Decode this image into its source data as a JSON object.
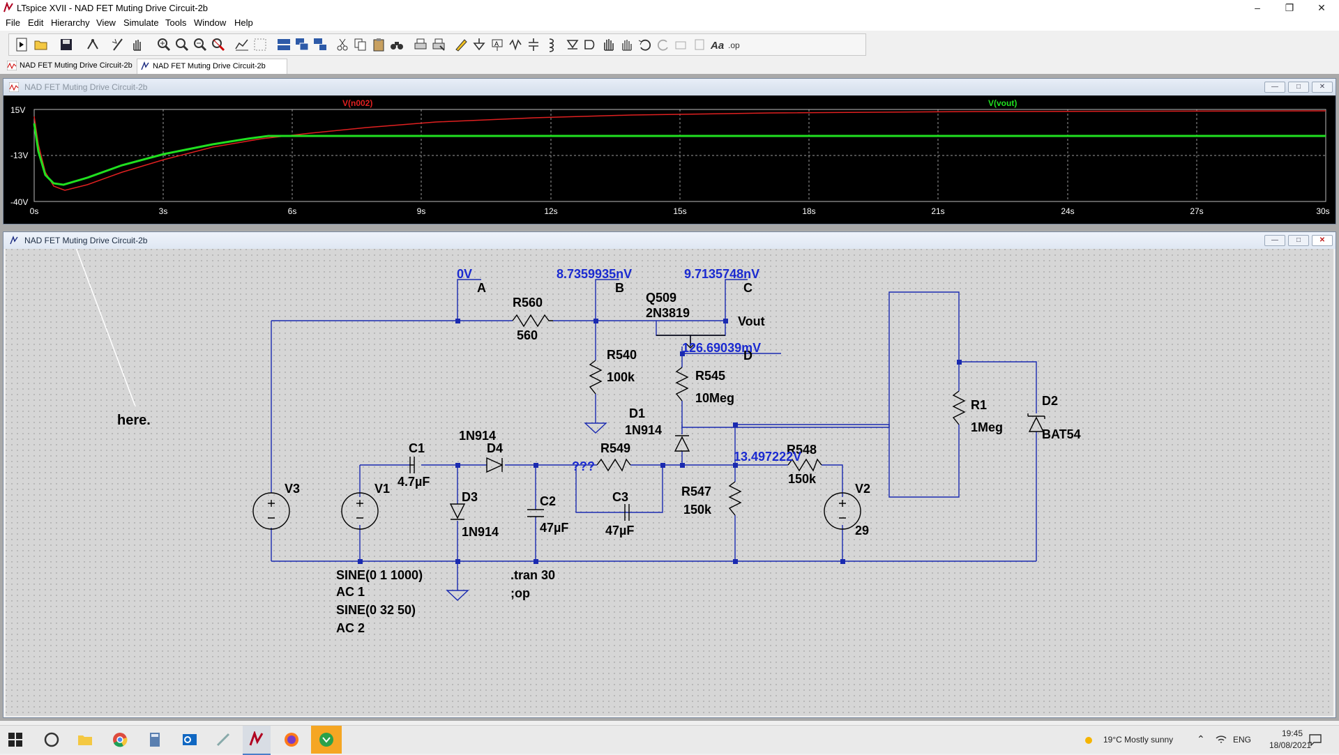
{
  "window": {
    "title": "LTspice XVII - NAD FET Muting Drive Circuit-2b"
  },
  "menu": [
    "File",
    "Edit",
    "Hierarchy",
    "View",
    "Simulate",
    "Tools",
    "Window",
    "Help"
  ],
  "tabs": [
    {
      "label": "NAD FET Muting Drive Circuit-2b",
      "icon": "waveform-icon"
    },
    {
      "label": "NAD FET Muting Drive Circuit-2b",
      "icon": "schematic-icon"
    }
  ],
  "waveform": {
    "title": "NAD FET Muting Drive Circuit-2b",
    "traces": [
      {
        "name": "V(n002)",
        "color": "#e02020"
      },
      {
        "name": "V(vout)",
        "color": "#20e020"
      }
    ],
    "y_ticks": [
      "15V",
      "-13V",
      "-40V"
    ],
    "x_ticks": [
      "0s",
      "3s",
      "6s",
      "9s",
      "12s",
      "15s",
      "18s",
      "21s",
      "24s",
      "27s",
      "30s"
    ]
  },
  "schematic": {
    "title": "NAD FET Muting Drive Circuit-2b",
    "annotation": "here.",
    "components": [
      {
        "ref": "R560",
        "value": "560"
      },
      {
        "ref": "R540",
        "value": "100k"
      },
      {
        "ref": "R545",
        "value": "10Meg"
      },
      {
        "ref": "Q509",
        "value": "2N3819"
      },
      {
        "ref": "R1",
        "value": "1Meg"
      },
      {
        "ref": "D2",
        "value": "BAT54"
      },
      {
        "ref": "D1",
        "value": "1N914"
      },
      {
        "ref": "D4",
        "value": "1N914"
      },
      {
        "ref": "D3",
        "value": "1N914"
      },
      {
        "ref": "C1",
        "value": "4.7µF"
      },
      {
        "ref": "C2",
        "value": "47µF"
      },
      {
        "ref": "C3",
        "value": "47µF"
      },
      {
        "ref": "R549",
        "value": ""
      },
      {
        "ref": "R547",
        "value": "150k"
      },
      {
        "ref": "R548",
        "value": "150k"
      },
      {
        "ref": "V1",
        "value": ""
      },
      {
        "ref": "V2",
        "value": "29"
      },
      {
        "ref": "V3",
        "value": ""
      }
    ],
    "net_labels": {
      "A": "A",
      "B": "B",
      "C": "C",
      "D": "D",
      "vout": "Vout"
    },
    "op_values": {
      "A": "0V",
      "B": "8.7359935nV",
      "C": "9.7135748nV",
      "D": "126.69039mV",
      "R548": "13.497222V",
      "R549": "???"
    },
    "directives": {
      "v1_1": "SINE(0 1 1000)",
      "v1_2": "AC 1",
      "v3_1": "SINE(0 32 50)",
      "v3_2": "AC 2",
      "tran": ".tran 30",
      "op": ";op"
    }
  },
  "taskbar": {
    "weather": "19°C  Mostly sunny",
    "lang": "ENG",
    "time": "19:45",
    "date": "18/08/2021"
  }
}
